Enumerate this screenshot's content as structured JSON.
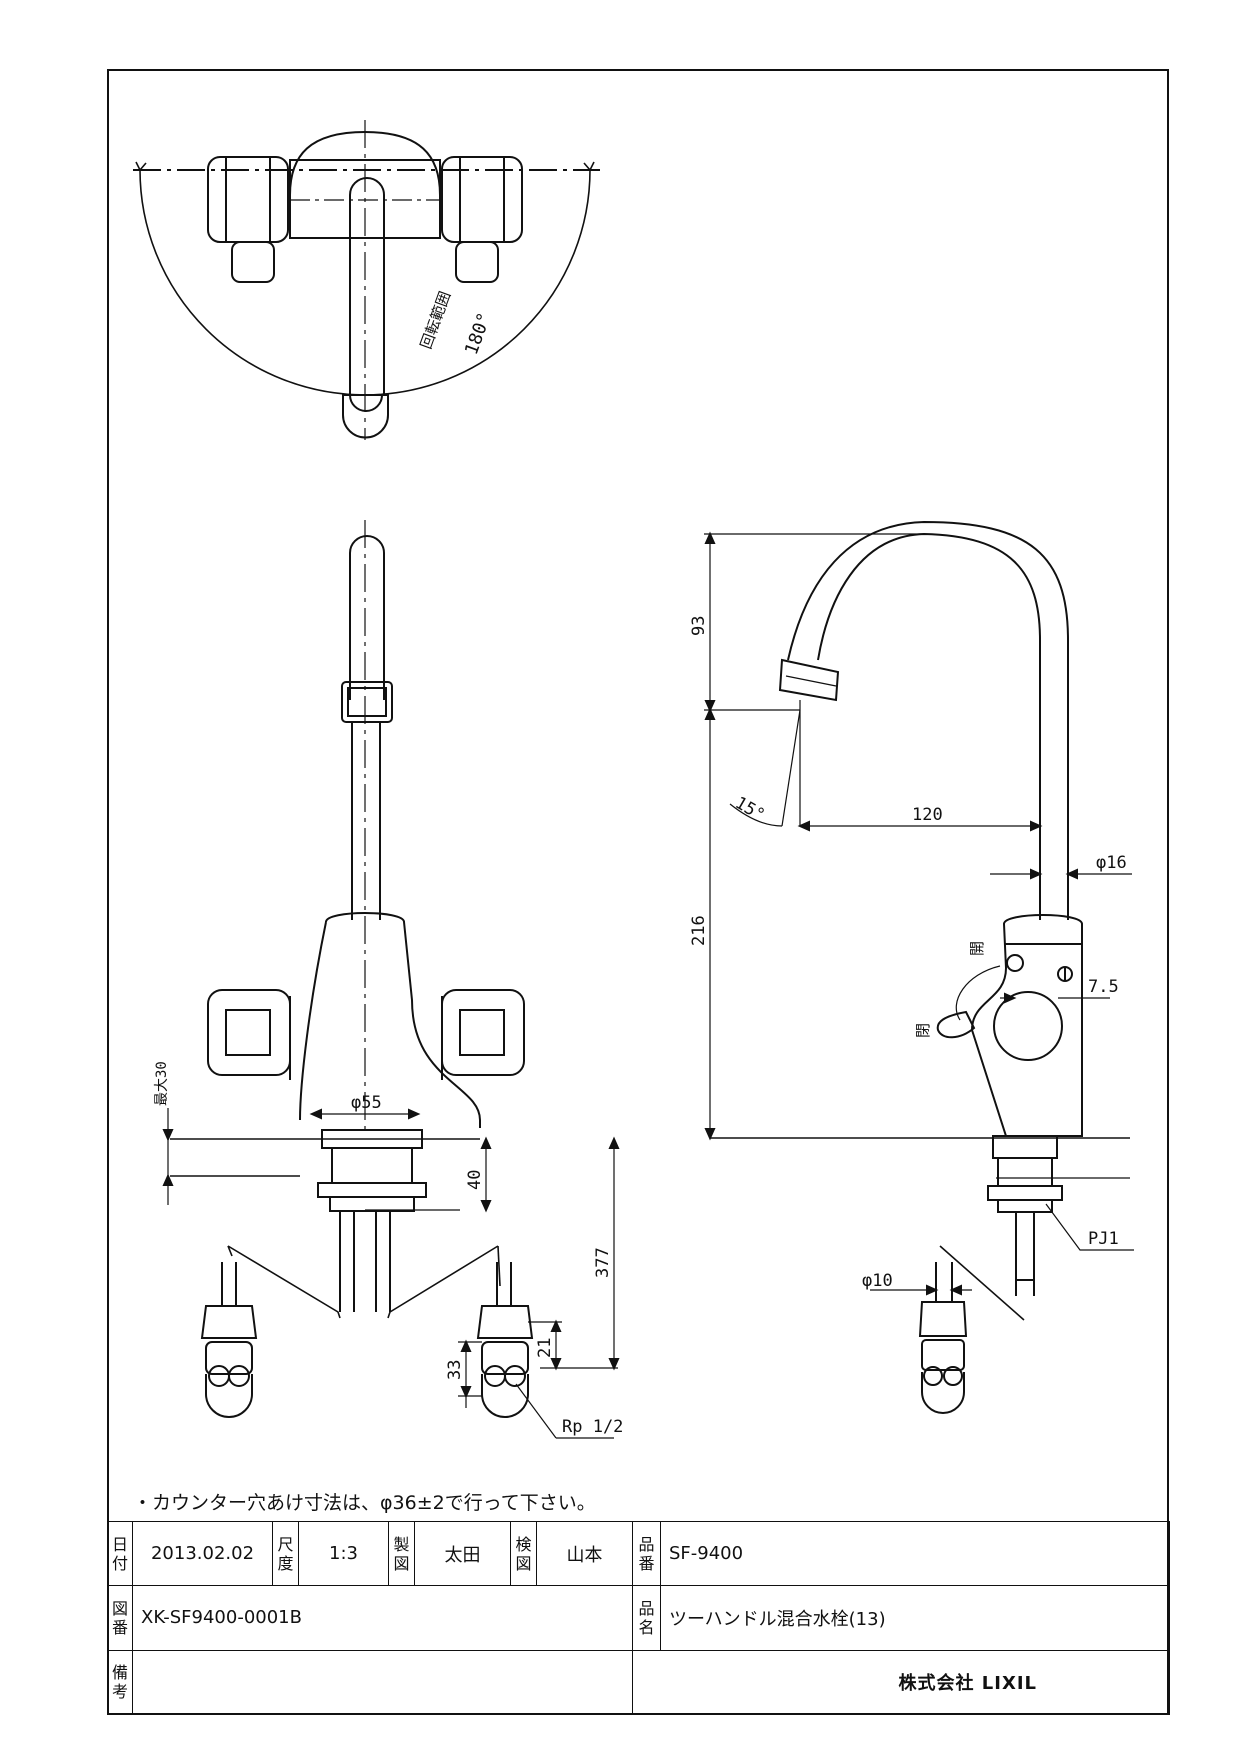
{
  "dimensions": {
    "rotation_range": "回転範囲",
    "rotation_angle": "180°",
    "max_30": "最大30",
    "dia_55": "φ55",
    "dim_40": "40",
    "dim_377": "377",
    "dim_33": "33",
    "dim_21": "21",
    "rp_half": "Rp 1/2",
    "dim_93": "93",
    "angle_15": "15°",
    "dim_120": "120",
    "dim_216": "216",
    "dia_16": "φ16",
    "dim_7_5": "7.5",
    "open_label": "開",
    "close_label": "閉",
    "dia_10": "φ10",
    "pj1": "PJ1"
  },
  "note": "・カウンター穴あけ寸法は、φ36±2で行って下さい。",
  "title_block": {
    "date_label": "日付",
    "date": "2013.02.02",
    "scale_label": "尺度",
    "scale": "1:3",
    "drawn_label": "製図",
    "drawn_by": "太田",
    "checked_label": "検図",
    "checked_by": "山本",
    "part_no_label": "品番",
    "part_no": "SF-9400",
    "drawing_no_label": "図番",
    "drawing_no": "XK-SF9400-0001B",
    "product_name_label": "品名",
    "product_name": "ツーハンドル混合水栓(13)",
    "remarks_label": "備考",
    "company": "株式会社 LIXIL"
  }
}
